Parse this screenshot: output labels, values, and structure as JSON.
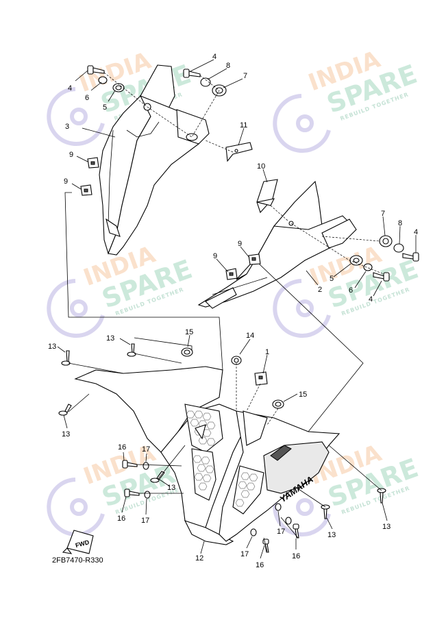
{
  "watermark": {
    "brand_top": "INDIA",
    "brand_bottom": "SPARE",
    "tagline": "REBUILD TOGETHER"
  },
  "diagram": {
    "code": "2FB7470-R330",
    "fwd_label": "FWD",
    "brand_on_cowl": "YAMAHA"
  },
  "callouts": [
    {
      "n": "4"
    },
    {
      "n": "6"
    },
    {
      "n": "5"
    },
    {
      "n": "3"
    },
    {
      "n": "9"
    },
    {
      "n": "9"
    },
    {
      "n": "4"
    },
    {
      "n": "8"
    },
    {
      "n": "7"
    },
    {
      "n": "11"
    },
    {
      "n": "10"
    },
    {
      "n": "7"
    },
    {
      "n": "8"
    },
    {
      "n": "4"
    },
    {
      "n": "9"
    },
    {
      "n": "9"
    },
    {
      "n": "5"
    },
    {
      "n": "6"
    },
    {
      "n": "4"
    },
    {
      "n": "2"
    },
    {
      "n": "13"
    },
    {
      "n": "13"
    },
    {
      "n": "15"
    },
    {
      "n": "14"
    },
    {
      "n": "1"
    },
    {
      "n": "15"
    },
    {
      "n": "13"
    },
    {
      "n": "16"
    },
    {
      "n": "17"
    },
    {
      "n": "13"
    },
    {
      "n": "16"
    },
    {
      "n": "17"
    },
    {
      "n": "17"
    },
    {
      "n": "16"
    },
    {
      "n": "13"
    },
    {
      "n": "13"
    },
    {
      "n": "17"
    },
    {
      "n": "16"
    },
    {
      "n": "12"
    }
  ]
}
